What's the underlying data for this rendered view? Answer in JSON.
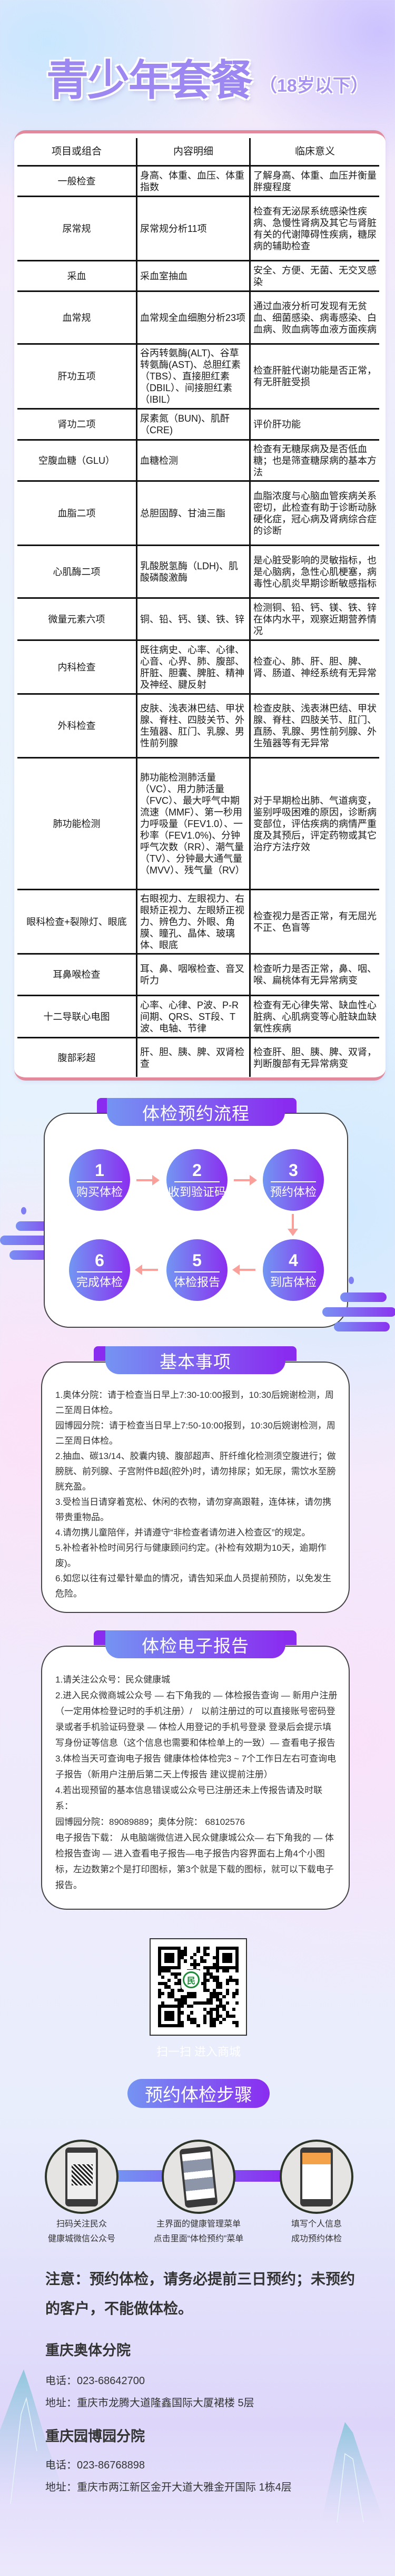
{
  "title": {
    "main": "青少年套餐",
    "sub": "（18岁以下）"
  },
  "table": {
    "headers": [
      "项目或组合",
      "内容明细",
      "临床意义"
    ],
    "rows": [
      [
        "一般检查",
        "身高、体重、血压、体重指数",
        "了解身高、体重、血压并衡量胖瘦程度"
      ],
      [
        "尿常规",
        "尿常规分析11项",
        "检查有无泌尿系统感染性疾病、急慢性肾病及其它与肾脏有关的代谢障碍性疾病，糖尿病的辅助检查"
      ],
      [
        "采血",
        "采血室抽血",
        "安全、方便、无菌、无交叉感染"
      ],
      [
        "血常规",
        "血常规全血细胞分析23项",
        "通过血液分析可发现有无贫血、细菌感染、病毒感染、白血病、败血病等血液方面疾病"
      ],
      [
        "肝功五项",
        "谷丙转氨酶(ALT)、谷草转氨酶(AST)、总胆红素（TBS）、直接胆红素（DBIL）、间接胆红素（IBIL）",
        "检查肝脏代谢功能是否正常，有无肝脏受损"
      ],
      [
        "肾功二项",
        "尿素氮（BUN)、肌酐（CRE)",
        "评价肝功能"
      ],
      [
        "空腹血糖（GLU）",
        "血糖检测",
        "检查有无糖尿病及是否低血糖；也是筛查糖尿病的基本方法"
      ],
      [
        "血脂二项",
        "总胆固醇、甘油三酯",
        "血脂浓度与心脑血管疾病关系密切，此检查有助于诊断动脉硬化症，冠心病及肾病综合症的诊断"
      ],
      [
        "心肌酶二项",
        "乳酸脱氢酶（LDH)、肌酸磷酸激酶",
        "是心脏受影响的灵敏指标，也是心脑病，急性心肌梗塞，病毒性心肌炎早期诊断敏感指标"
      ],
      [
        "微量元素六项",
        "铜、铅、钙、镁、铁、锌",
        "检测铜、铅、钙、镁、铁、锌在体内水平，观察近期营养情况"
      ],
      [
        "内科检查",
        "既往病史、心率、心律、心音、心界、肺、腹部、肝脏、胆囊、脾脏、精神及神经、腱反射",
        "检查心、肺、肝、胆、脾、肾、肠道、神经系统有无异常"
      ],
      [
        "外科检查",
        "皮肤、浅表淋巴结、甲状腺、脊柱、四肢关节、外生殖器、肛门、乳腺、男性前列腺",
        "检查皮肤、浅表淋巴结、甲状腺、脊柱、四肢关节、肛门、直肠、乳腺、男性前列腺、外生殖器等有无异常"
      ],
      [
        "肺功能检测",
        "肺功能检测肺活量（VC）、用力肺活量（FVC）、最大呼气中期流速（MMF）、第一秒用力呼吸量（FEV1.0）、一秒率（FEV1.0%)、分钟呼气次数（RR）、潮气量（TV）、分钟最大通气量（MVV）、残气量（RV）",
        "对于早期检出肺、气道病变，鉴别呼吸困难的原因，诊断病变部位，评估疾病的病情严重度及其预后，评定药物或其它治疗方法疗效"
      ],
      [
        "眼科检查+裂隙灯、眼底",
        "右眼视力、左眼视力、右眼矫正视力、左眼矫正视力、辨色力、外眼、角膜、瞳孔、晶体、玻璃体、眼底",
        "检查视力是否正常，有无屈光不正、色盲等"
      ],
      [
        "耳鼻喉检查",
        "耳、鼻、咽喉检查、音叉听力",
        "检查听力是否正常，鼻、咽、喉、扁桃体有无异常病变"
      ],
      [
        "十二导联心电图",
        "心率、心律、P波、P-R间期、QRS、ST段、T波、电轴、节律",
        "检查有无心律失常、缺血性心脏病、心肌病变等心脏缺血缺氧性疾病"
      ],
      [
        "腹部彩超",
        "肝、胆、胰、脾、双肾检查",
        "检查肝、胆、胰、脾、双肾，判断腹部有无异常病变"
      ]
    ]
  },
  "process": {
    "title": "体检预约流程",
    "steps": [
      {
        "num": "1",
        "label": "购买体检"
      },
      {
        "num": "2",
        "label": "收到验证码"
      },
      {
        "num": "3",
        "label": "预约体检"
      },
      {
        "num": "4",
        "label": "到店体检"
      },
      {
        "num": "5",
        "label": "体检报告"
      },
      {
        "num": "6",
        "label": "完成体检"
      }
    ]
  },
  "basics": {
    "title": "基本事项",
    "items": [
      "1.奥体分院：请于检查当日早上7:30-10:00报到，10:30后婉谢检测，周二至周日体检。",
      "园博园分院：请于检查当日早上7:50-10:00报到，10:30后婉谢检测，周二至周日体检。",
      "2.抽血、碳13/14、胶囊内镜、腹部超声、肝纤维化检测须空腹进行；做膀胱、前列腺、子宫附件B超(腔外)时，请勿排尿；如无尿，需饮水至膀胱充盈。",
      "3.受检当日请穿着宽松、休闲的衣物，请勿穿高跟鞋，连体袜，请勿携带贵重物品。",
      "4.请勿携儿童陪伴，并请遵守“非检查者请勿进入检查区”的规定。",
      "5.补检者补检时间另行与健康顾问约定。(补检有效期为10天，逾期作废)。",
      "6.如您以往有过晕针晕血的情况，请告知采血人员提前预防，以免发生危险。"
    ]
  },
  "report": {
    "title": "体检电子报告",
    "items": [
      "1.请关注公众号：民众健康城",
      "2.进入民众微商城公众号 — 右下角我的 — 体检报告查询 — 新用户注册（一定用体检登记时的手机注册）/　以前注册过的可以直接账号密码登录或者手机验证码登录 — 体检人用登记的手机号登录 登录后会提示填写身份证等信息（这个信息也需要和体检单上的一致）— 查看电子报告",
      "3.体检当天可查询电子报告  健康体检体检完3 ~ 7个工作日左右可查询电子报告（新用户注册后第二天上传报告 建议提前注册）",
      "4.若出现预留的基本信息错误或公众号已注册还未上传报告请及时联系：",
      "园博园分院：89089889；奥体分院： 68102576",
      "电子报告下载： 从电脑端微信进入民众健康城公众— 右下角我的 — 体检报告查询 — 进入查看电子报告—电子报告内容界面右上角4个小图标，左边数第2个是打印图标，第3个就是下载的图标，就可以下载电子报告。"
    ]
  },
  "qr": {
    "caption": "扫一扫 进入商城",
    "logo": "民"
  },
  "booking": {
    "title": "预约体检步骤",
    "steps": [
      {
        "line1": "扫码关注民众",
        "line2": "健康城微信公众号"
      },
      {
        "line1": "主界面的健康管理菜单",
        "line2": "点击里面“体检预约”菜单"
      },
      {
        "line1": "填写个人信息",
        "line2": "成功预约体检"
      }
    ]
  },
  "notice": "注意：预约体检，请务必提前三日预约；未预约的客户，不能做体检。",
  "branches": [
    {
      "name": "重庆奥体分院",
      "phone": "电话：023-68642700",
      "address": "地址：重庆市龙腾大道隆鑫国际大厦裙楼 5层"
    },
    {
      "name": "重庆园博园分院",
      "phone": "电话：023-86768898",
      "address": "地址：重庆市两江新区金开大道大雅金开国际 1栋4层"
    }
  ],
  "colors": {
    "title": "#9d88f2",
    "gradient_start": "#7494f2",
    "gradient_end": "#8a2cf0",
    "arrow": "#f9a09a",
    "card_border": "#e3899c"
  }
}
